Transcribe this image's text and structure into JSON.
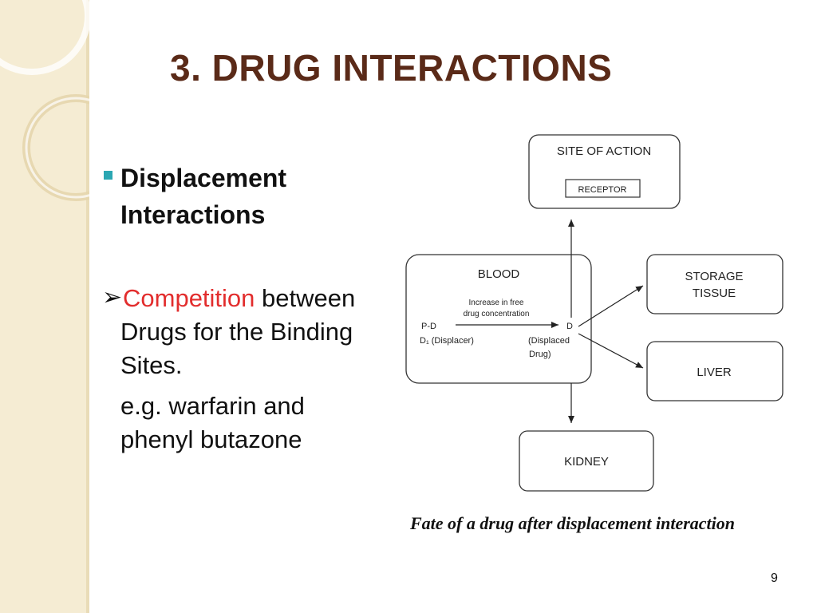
{
  "slide": {
    "title": "3.  DRUG INTERACTIONS",
    "page_number": "9"
  },
  "bullets": {
    "bullet1": {
      "line1": "Displacement",
      "line2": "Interactions"
    },
    "bullet2": {
      "highlight": "Competition",
      "line1_rest": " between",
      "line2": "Drugs for the Binding",
      "line3": "Sites."
    },
    "example": {
      "line1": "e.g. warfarin and",
      "line2": "phenyl butazone"
    }
  },
  "diagram": {
    "site_of_action": "SITE OF ACTION",
    "receptor": "RECEPTOR",
    "blood": "BLOOD",
    "increase_line1": "Increase in free",
    "increase_line2": "drug concentration",
    "pd": "P-D",
    "displacer": "D₁ (Displacer)",
    "d": "D",
    "displaced_line1": "(Displaced",
    "displaced_line2": "Drug)",
    "storage_line1": "STORAGE",
    "storage_line2": "TISSUE",
    "liver": "LIVER",
    "kidney": "KIDNEY",
    "caption": "Fate of a drug after displacement interaction"
  },
  "colors": {
    "title": "#5a2a18",
    "highlight": "#e22d2d",
    "bullet_marker": "#2ba7b3",
    "sidebar": "#f5ecd3"
  }
}
